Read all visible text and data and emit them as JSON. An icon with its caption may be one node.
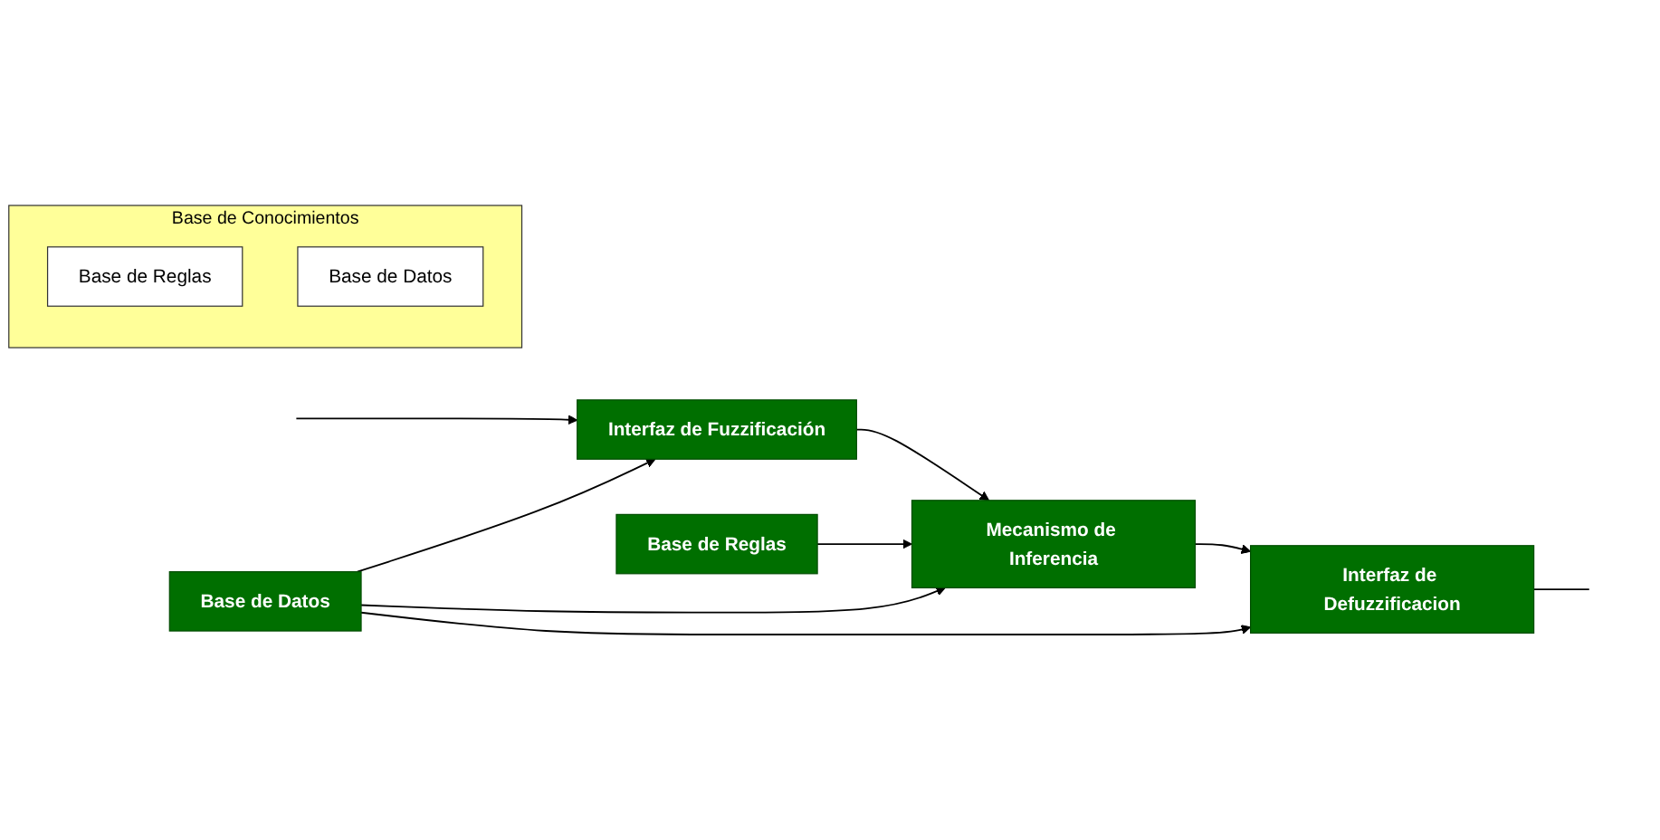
{
  "diagram": {
    "nodes": [
      {
        "text": [
          "Base de Conocimientos"
        ]
      },
      {
        "text": [
          "Base de Reglas"
        ],
        "in": 0
      },
      {
        "text": [
          "Base de Datos"
        ],
        "in": 0
      },
      {
        "text": [
          "Base de Reglas"
        ]
      },
      {
        "text": [
          "Interfaz de Fuzzificación"
        ]
      },
      {
        "text": [
          "Mecanismo de Inferencia"
        ]
      },
      {
        "text": [
          "Interfaz de Defuzzificacion"
        ]
      },
      {
        "text": [
          "Base de Datos"
        ]
      }
    ],
    "edges": [
      {
        "from": null,
        "to": 4,
        "arrow": "to"
      },
      {
        "from": 4,
        "to": 5,
        "arrow": "to"
      },
      {
        "from": 3,
        "to": 5,
        "arrow": "to"
      },
      {
        "from": 5,
        "to": 6,
        "arrow": "to"
      },
      {
        "from": 6,
        "to": null,
        "arrow": "none"
      },
      {
        "from": 7,
        "to": 5,
        "arrow": "to"
      },
      {
        "from": 7,
        "to": 4,
        "arrow": "to"
      },
      {
        "from": 7,
        "to": 6,
        "arrow": "to"
      }
    ]
  }
}
